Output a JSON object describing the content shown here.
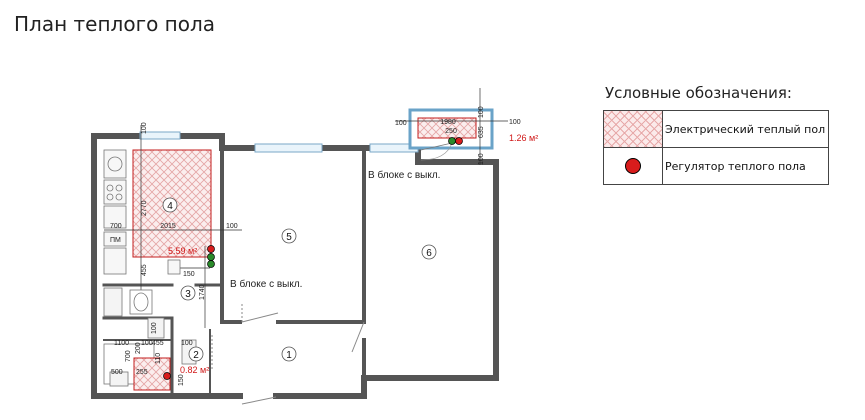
{
  "title": "План теплого пола",
  "legend": {
    "title": "Условные обозначения:",
    "items": [
      {
        "label": "Электрический теплый пол",
        "symbol": "hatch-area-icon"
      },
      {
        "label": "Регулятор теплого пола",
        "symbol": "red-circle-icon"
      }
    ]
  },
  "plan": {
    "rooms": [
      "1",
      "2",
      "3",
      "4",
      "5",
      "6"
    ],
    "areas": {
      "kitchen": "5.59 м²",
      "bathroom": "0.82 м²",
      "balcony": "1.26 м²"
    },
    "notes": {
      "block_switch_1": "В блоке с выкл.",
      "block_switch_2": "В блоке с выкл."
    },
    "dimensions": {
      "balcony_width": "1980",
      "balcony_reg": "250",
      "balcony_left": "100",
      "balcony_right": "100",
      "balcony_top": "100",
      "balcony_depth": "635",
      "balcony_right_v": "100",
      "kitchen_top": "100",
      "kitchen_height": "2770",
      "kitchen_left": "700",
      "kitchen_width": "2015",
      "kitchen_right": "100",
      "kitchen_bottom": "150",
      "kitchen_reg_v": "1740",
      "kitchen_low_v": "455",
      "pm_label": "ПМ",
      "bath_1100": "1100",
      "bath_700": "700",
      "bath_200": "200",
      "bath_100a": "100",
      "bath_455": "455",
      "bath_100b": "100",
      "bath_110": "110",
      "bath_100v": "100",
      "bath_500": "500",
      "bath_255": "255",
      "bath_v_low": "150"
    }
  }
}
